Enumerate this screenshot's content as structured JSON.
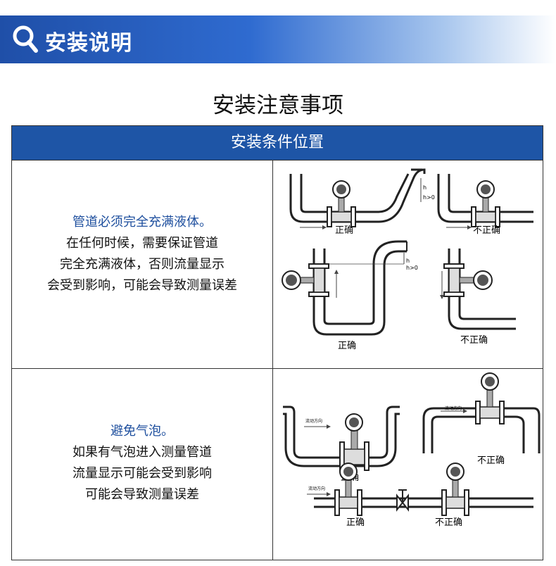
{
  "header": {
    "title": "安装说明",
    "icon": "search-icon",
    "colors": {
      "start": "#1f4fa8",
      "end": "#ffffff"
    }
  },
  "page_title": "安装注意事项",
  "table": {
    "header": "安装条件位置",
    "header_color": "#1e55a6",
    "rows": [
      {
        "heading": "管道必须完全充满液体。",
        "lines": [
          "在任何时候，需要保证管道",
          "完全充满液体，否则流量显示",
          "会受到影响，可能会导致测量误差"
        ],
        "diagram": {
          "labels": {
            "correct_1": "正确",
            "incorrect_1": "不正确",
            "correct_2": "正确",
            "incorrect_2": "不正确",
            "h": "h",
            "h_cond": "h>0",
            "h2": "h",
            "h_cond2": "h>0"
          }
        }
      },
      {
        "heading": "避免气泡。",
        "lines": [
          "如果有气泡进入测量管道",
          "流量显示可能会受到影响",
          "可能会导致测量误差"
        ],
        "diagram": {
          "labels": {
            "flow_dir_1": "流动方向",
            "flow_dir_2": "流动方向",
            "flow_dir_3": "流动方向",
            "correct_1": "正确",
            "incorrect_1": "不正确",
            "correct_2": "正确",
            "incorrect_2": "不正确"
          }
        }
      }
    ]
  }
}
